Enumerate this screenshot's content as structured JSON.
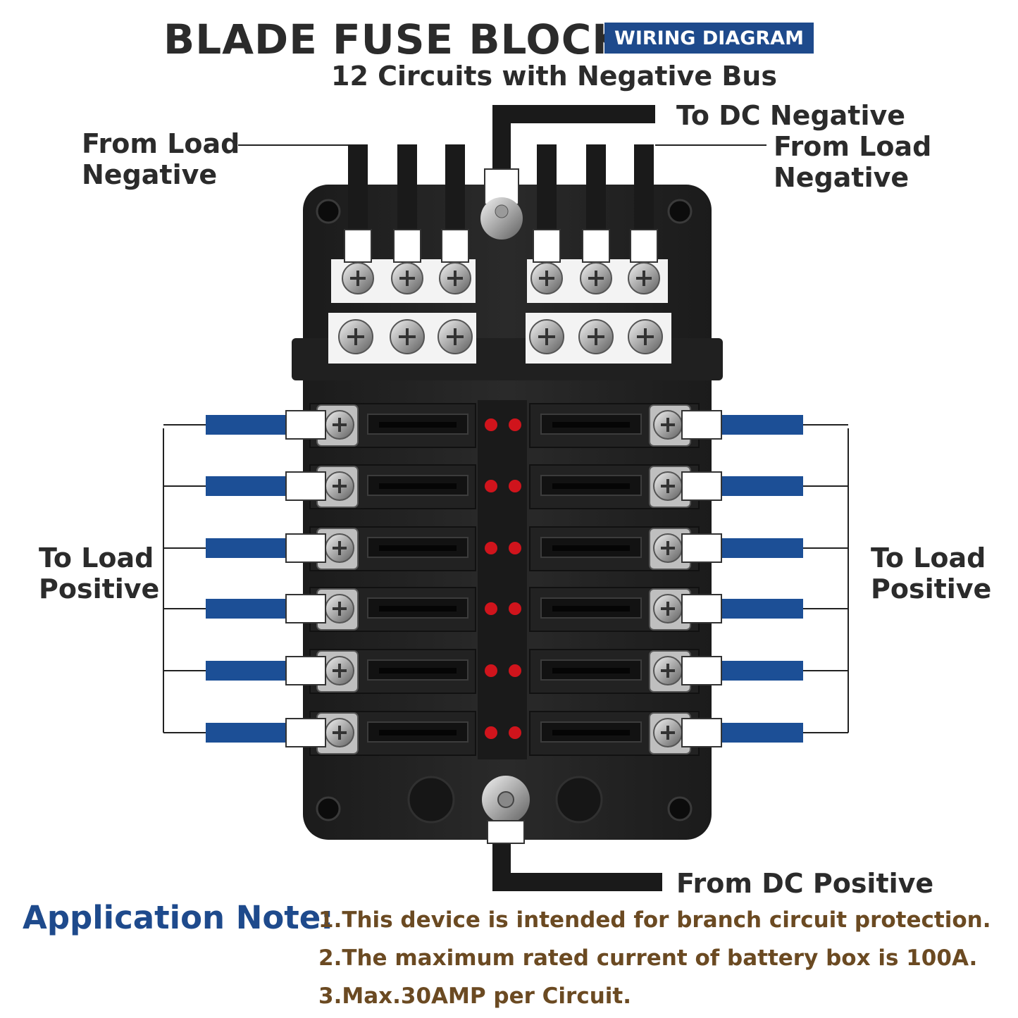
{
  "title": "BLADE FUSE BLOCK",
  "badge": "WIRING DIAGRAM",
  "subtitle": "12 Circuits with Negative Bus",
  "labels": {
    "to_dc_negative": "To DC Negative",
    "from_load_negative_left_1": "From Load",
    "from_load_negative_left_2": "Negative",
    "from_load_negative_right_1": "From Load",
    "from_load_negative_right_2": "Negative",
    "to_load_positive_left_1": "To Load",
    "to_load_positive_left_2": "Positive",
    "to_load_positive_right_1": "To Load",
    "to_load_positive_right_2": "Positive",
    "from_dc_positive": "From DC Positive"
  },
  "application_note": {
    "heading": "Application Note:",
    "items": [
      "1.This device is intended for branch circuit protection.",
      "2.The maximum rated current of battery box is 100A.",
      "3.Max.30AMP per Circuit."
    ]
  },
  "colors": {
    "title": "#2b2b2b",
    "badge_bg": "#1e4a8c",
    "note_heading": "#1e4a8c",
    "note_text": "#6b4a22",
    "positive_wire": "#1c4f96",
    "negative_wire": "#1a1a1a",
    "indicator_led": "#d0141c"
  }
}
